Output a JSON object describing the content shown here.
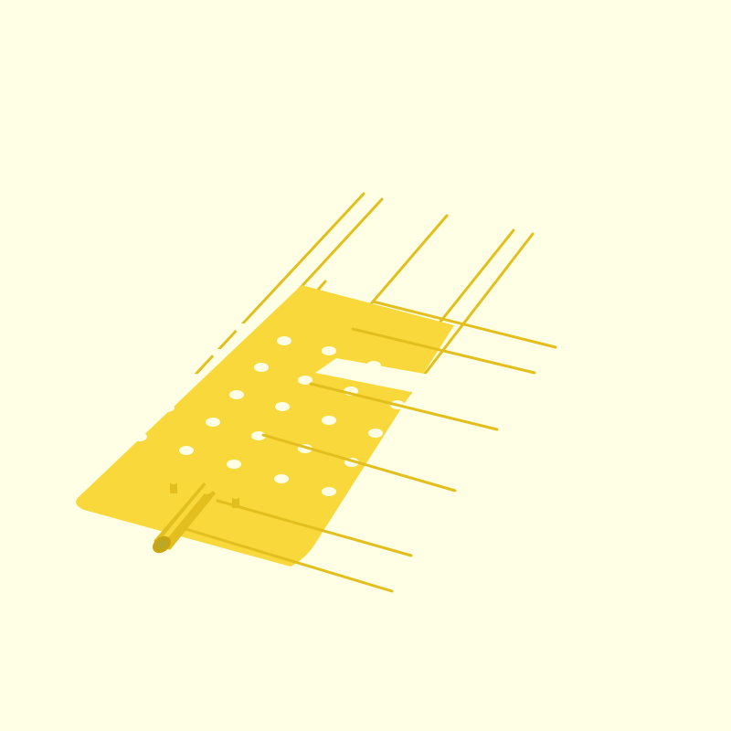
{
  "scene": {
    "background": "#ffffe5",
    "part_color": "#f8d83a",
    "part_shadow": "#e2bf1f",
    "part_dark": "#c9a514",
    "hole_color": "#ffffe5",
    "components": {
      "plate": "perforated-plate",
      "back_rods": 6,
      "front_rods": 6,
      "tube": "cylindrical-tube",
      "pegs": 2
    }
  }
}
